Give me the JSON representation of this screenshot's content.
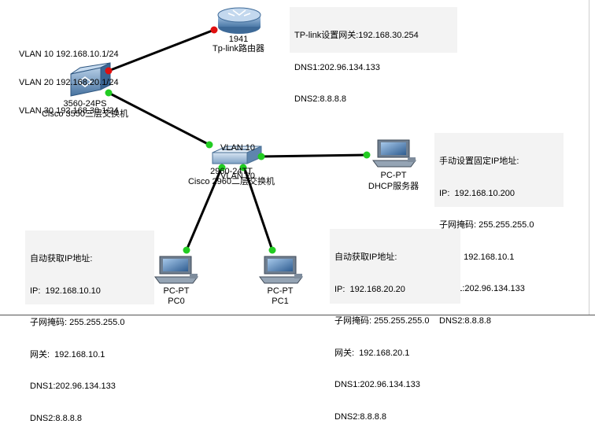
{
  "router": {
    "model": "1941",
    "name": "Tp-link路由器",
    "note": [
      "TP-link设置网关:192.168.30.254",
      "DNS1:202.96.134.133",
      "DNS2:8.8.8.8"
    ]
  },
  "l3switch": {
    "model": "3560-24PS",
    "name": "Cisco 3550三层交换机",
    "vlans": [
      "VLAN 10 192.168.10.1/24",
      "VLAN 20 192.168.20.1/24",
      "VLAN 30 192.168.30.1/24"
    ]
  },
  "l2switch": {
    "model": "2960-24TT",
    "name": "Cisco 2960二层交换机",
    "vlans": [
      "VLAN 10",
      "VLAN 20"
    ]
  },
  "dhcp": {
    "type": "PC-PT",
    "name": "DHCP服务器",
    "note": [
      "手动设置固定IP地址:",
      "IP:  192.168.10.200",
      "子网掩码: 255.255.255.0",
      "网关:  192.168.10.1",
      "DNS1:202.96.134.133",
      "DNS2:8.8.8.8"
    ]
  },
  "pc0": {
    "type": "PC-PT",
    "name": "PC0",
    "note": [
      "自动获取IP地址:",
      "IP:  192.168.10.10",
      "子网掩码: 255.255.255.0",
      "网关:  192.168.10.1",
      "DNS1:202.96.134.133",
      "DNS2:8.8.8.8"
    ]
  },
  "pc1": {
    "type": "PC-PT",
    "name": "PC1",
    "note": [
      "自动获取IP地址:",
      "IP:  192.168.20.20",
      "子网掩码: 255.255.255.0",
      "网关:  192.168.20.1",
      "DNS1:202.96.134.133",
      "DNS2:8.8.8.8"
    ]
  },
  "colors": {
    "link": "#000000",
    "port_up": "#22cc22",
    "port_down": "#e01010",
    "note_bg": "#f3f3f3",
    "device_blue": "#4f7fb0"
  }
}
